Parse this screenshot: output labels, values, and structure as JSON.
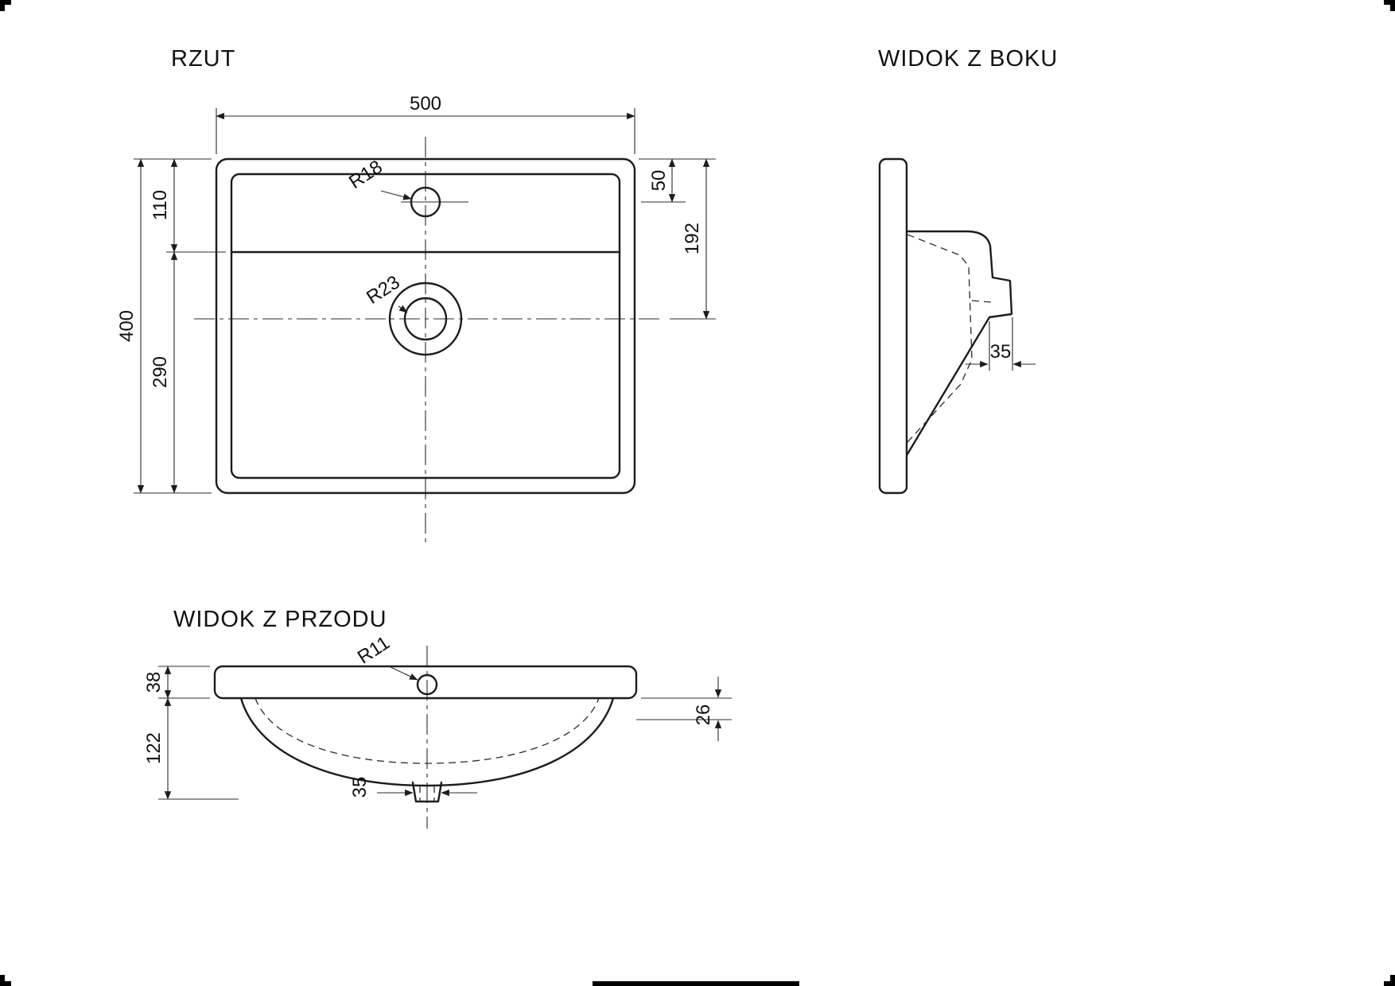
{
  "drawing": {
    "plan": {
      "title": "RZUT",
      "dim_width": "500",
      "dim_height": "400",
      "dim_upper": "110",
      "dim_lower": "290",
      "dim_faucet_offset": "50",
      "dim_drain_offset": "192",
      "radius_faucet": "R18",
      "radius_drain": "R23"
    },
    "side": {
      "title": "WIDOK Z BOKU",
      "dim_ledge": "35"
    },
    "front": {
      "title": "WIDOK Z PRZODU",
      "dim_rim": "38",
      "dim_depth": "122",
      "dim_drain_width": "35",
      "dim_right": "26",
      "radius_hole": "R11"
    },
    "colors": {
      "line": "#1c1c1c",
      "background": "#ffffff"
    }
  }
}
